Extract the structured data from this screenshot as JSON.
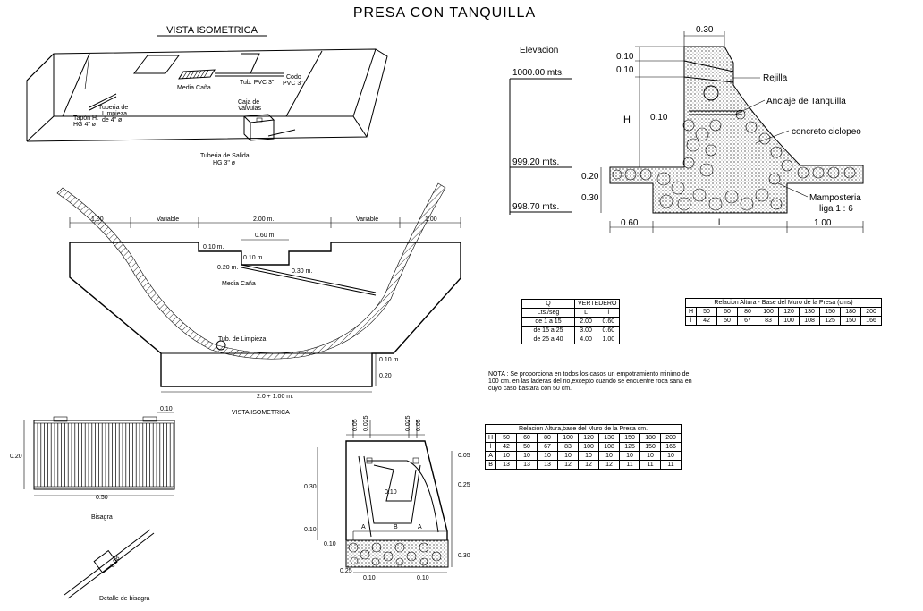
{
  "title": "PRESA CON TANQUILLA",
  "isometric": {
    "heading": "VISTA ISOMETRICA",
    "labels": {
      "media_cana": "Media Caña",
      "tub_pvc": "Tub. PVC 3\"",
      "codo": "Codo PVC 3\"",
      "tuberia_limpieza": "Tuberia de Limpieza de 4\" ø",
      "tapon": "Tapón H. HG 4\" ø",
      "caja_valvulas": "Caja de Valvulas",
      "tuberia_salida": "Tuberia de Salida HG 3\" ø"
    }
  },
  "section": {
    "labels": {
      "dim_100_left": "1.00",
      "variable_left": "Variable",
      "dim_200": "2.00 m.",
      "variable_right": "Variable",
      "dim_100_right": "1.00",
      "dim_060": "0.60 m.",
      "dim_010_a": "0.10 m.",
      "dim_010_b": "0.10 m.",
      "dim_020": "0.20 m.",
      "dim_030": "0.30 m.",
      "media_cana": "Media Caña",
      "tub_limpieza": "Tub. de Limpieza",
      "dim_010_c": "0.10 m.",
      "dim_020_b": "0.20",
      "bottom": "2.0 + 1.00 m."
    },
    "caption": "VISTA ISOMETRICA"
  },
  "elevation": {
    "heading": "Elevacion",
    "levels": [
      "1000.00 mts.",
      "999.20 mts.",
      "998.70 mts."
    ],
    "dims": {
      "top": "0.30",
      "d010_a": "0.10",
      "d010_b": "0.10",
      "H": "H",
      "d010_c": "0.10",
      "d020": "0.20",
      "d030": "0.30",
      "bottom_left": "0.60",
      "bottom_mid": "l",
      "bottom_right": "1.00"
    },
    "callouts": {
      "rejilla": "Rejilla",
      "anclaje": "Anclaje de Tanquilla",
      "concreto": "concreto ciclopeo",
      "mamposteria": "Mamposteria",
      "liga": "liga 1 : 6"
    }
  },
  "table_q": {
    "header_q": "Q",
    "header_v": "VERTEDERO",
    "sub": [
      "Lts./seg",
      "L",
      "l"
    ],
    "rows": [
      [
        "de 1 a 15",
        "2.00",
        "0.60"
      ],
      [
        "de 15 a 25",
        "3.00",
        "0.60"
      ],
      [
        "de 25 a 40",
        "4.00",
        "1.00"
      ]
    ]
  },
  "table_base": {
    "caption": "Relacion Altura - Base del Muro de la Presa (cms)",
    "rows": [
      [
        "H",
        "50",
        "60",
        "80",
        "100",
        "120",
        "130",
        "150",
        "180",
        "200"
      ],
      [
        "l",
        "42",
        "50",
        "67",
        "83",
        "100",
        "108",
        "125",
        "150",
        "166"
      ]
    ]
  },
  "note": "NOTA : Se proporciona en todos los casos un empotramiento minimo de 100 cm. en las laderas del rio,excepto cuando se encuentre roca sana en cuyo caso bastara con 50 cm.",
  "table_base2": {
    "caption": "Relacion Altura,base del Muro de la Presa cm.",
    "rows": [
      [
        "H",
        "50",
        "60",
        "80",
        "100",
        "120",
        "130",
        "150",
        "180",
        "200"
      ],
      [
        "l",
        "42",
        "50",
        "67",
        "83",
        "100",
        "108",
        "125",
        "150",
        "166"
      ],
      [
        "A",
        "10",
        "10",
        "10",
        "10",
        "10",
        "10",
        "10",
        "10",
        "10"
      ],
      [
        "B",
        "13",
        "13",
        "13",
        "12",
        "12",
        "12",
        "11",
        "11",
        "11"
      ]
    ]
  },
  "grate": {
    "dim_010": "0.10",
    "dim_020": "0.20",
    "dim_050": "0.50",
    "caption": "Bisagra",
    "detail_dim": "0.08",
    "detail_caption": "Detalle de bisagra"
  },
  "tanquilla": {
    "dims_top": [
      "0.05",
      "0.025",
      "0.025",
      "0.05"
    ],
    "d030": "0.30",
    "d010_left": "0.10",
    "d010_low": "0.10",
    "d010_center": "0.10",
    "A1": "A",
    "B": "B",
    "A2": "A",
    "d005_r": "0.05",
    "d025_r": "0.25",
    "d030_r": "0.30",
    "d010_b1": "0.10",
    "d010_b2": "0.10",
    "d025_b": "0.25"
  }
}
